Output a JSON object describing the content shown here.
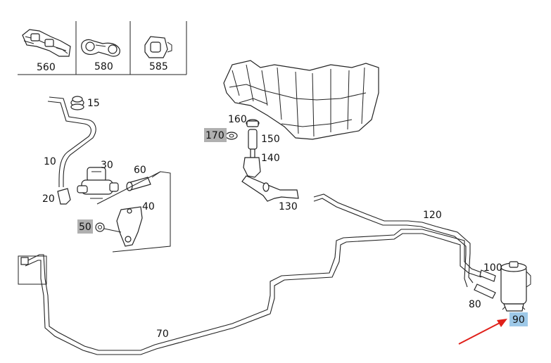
{
  "legend": {
    "items": [
      {
        "icon": "clip-560-icon",
        "label": "560"
      },
      {
        "icon": "clip-580-icon",
        "label": "580"
      },
      {
        "icon": "clip-585-icon",
        "label": "585"
      }
    ]
  },
  "callouts": {
    "p10": "10",
    "p15": "15",
    "p20": "20",
    "p30": "30",
    "p40": "40",
    "p50": "50",
    "p60": "60",
    "p70": "70",
    "p80": "80",
    "p90": "90",
    "p100": "100",
    "p120": "120",
    "p130": "130",
    "p140": "140",
    "p150": "150",
    "p160": "160",
    "p170": "170"
  },
  "highlights": {
    "grey": "#b0b0b0",
    "blue": "#9ec9e8",
    "arrow": "#e0201a"
  }
}
